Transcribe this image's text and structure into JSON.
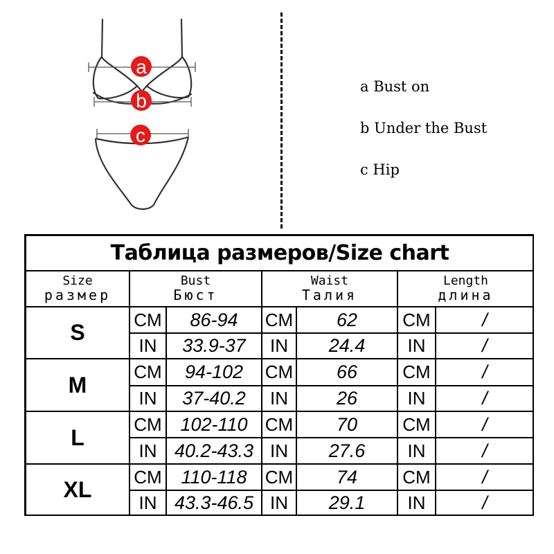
{
  "diagram": {
    "markers": [
      "a",
      "b",
      "c"
    ],
    "marker_color": "#e21b1b"
  },
  "legend": [
    {
      "letter": "a",
      "text": "a Bust on"
    },
    {
      "letter": "b",
      "text": "b Under the Bust"
    },
    {
      "letter": "c",
      "text": "c Hip"
    }
  ],
  "table": {
    "title": "Таблица размеров/Size  chart",
    "headers": [
      {
        "en": "Size",
        "ru": "размер"
      },
      {
        "en": "Bust",
        "ru": "Бюст"
      },
      {
        "en": "Waist",
        "ru": "Талия"
      },
      {
        "en": "Length",
        "ru": "длина"
      }
    ],
    "unit_cm": "CM",
    "unit_in": "IN",
    "rows": [
      {
        "size": "S",
        "bust_cm": "86-94",
        "bust_in": "33.9-37",
        "waist_cm": "62",
        "waist_in": "24.4",
        "length_cm": "/",
        "length_in": "/"
      },
      {
        "size": "M",
        "bust_cm": "94-102",
        "bust_in": "37-40.2",
        "waist_cm": "66",
        "waist_in": "26",
        "length_cm": "/",
        "length_in": "/"
      },
      {
        "size": "L",
        "bust_cm": "102-110",
        "bust_in": "40.2-43.3",
        "waist_cm": "70",
        "waist_in": "27.6",
        "length_cm": "/",
        "length_in": "/"
      },
      {
        "size": "XL",
        "bust_cm": "110-118",
        "bust_in": "43.3-46.5",
        "waist_cm": "74",
        "waist_in": "29.1",
        "length_cm": "/",
        "length_in": "/"
      }
    ]
  }
}
